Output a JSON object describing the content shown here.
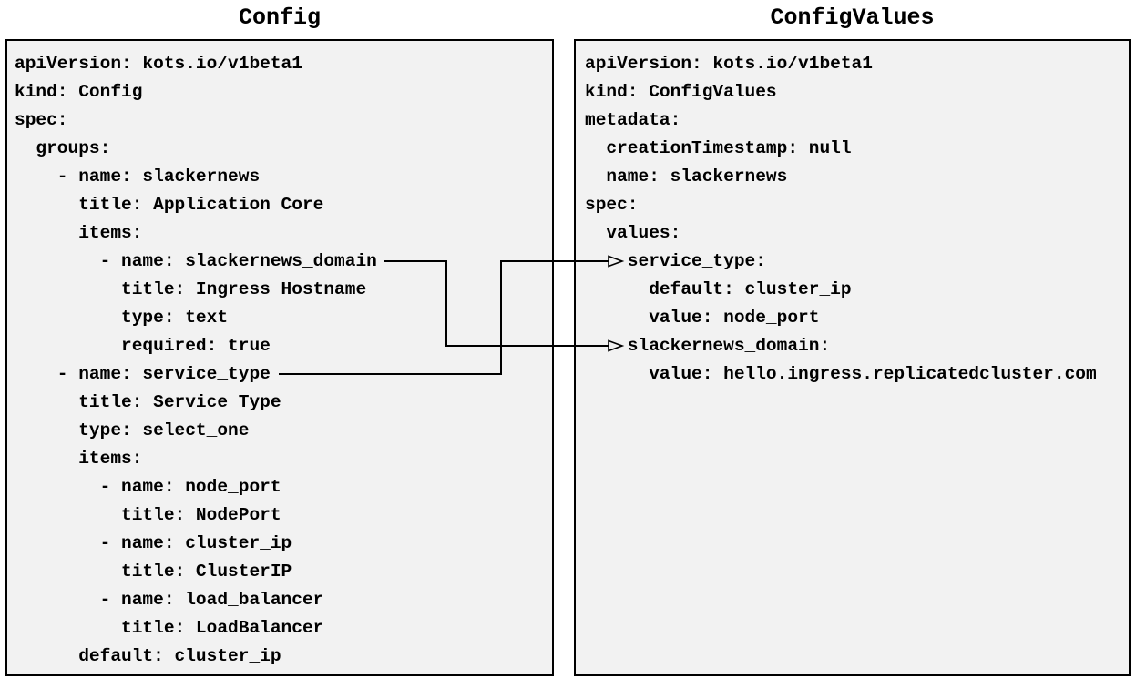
{
  "diagram": {
    "panels": [
      {
        "id": "config",
        "title": "Config",
        "yaml_lines": [
          "apiVersion: kots.io/v1beta1",
          "kind: Config",
          "spec:",
          "  groups:",
          "    - name: slackernews",
          "      title: Application Core",
          "      items:",
          "        - name: slackernews_domain",
          "          title: Ingress Hostname",
          "          type: text",
          "          required: true",
          "    - name: service_type",
          "      title: Service Type",
          "      type: select_one",
          "      items:",
          "        - name: node_port",
          "          title: NodePort",
          "        - name: cluster_ip",
          "          title: ClusterIP",
          "        - name: load_balancer",
          "          title: LoadBalancer",
          "      default: cluster_ip"
        ]
      },
      {
        "id": "configvalues",
        "title": "ConfigValues",
        "yaml_lines": [
          "apiVersion: kots.io/v1beta1",
          "kind: ConfigValues",
          "metadata:",
          "  creationTimestamp: null",
          "  name: slackernews",
          "spec:",
          "  values:",
          "    service_type:",
          "      default: cluster_ip",
          "      value: node_port",
          "    slackernews_domain:",
          "      value: hello.ingress.replicatedcluster.com"
        ]
      }
    ],
    "connections": [
      {
        "from_panel": "Config",
        "from_field": "slackernews_domain",
        "to_panel": "ConfigValues",
        "to_field": "slackernews_domain"
      },
      {
        "from_panel": "Config",
        "from_field": "service_type",
        "to_panel": "ConfigValues",
        "to_field": "service_type"
      }
    ],
    "colors": {
      "panel_background": "#f2f2f2",
      "panel_border": "#000000",
      "text": "#000000",
      "arrow": "#000000",
      "page_background": "#ffffff"
    }
  }
}
